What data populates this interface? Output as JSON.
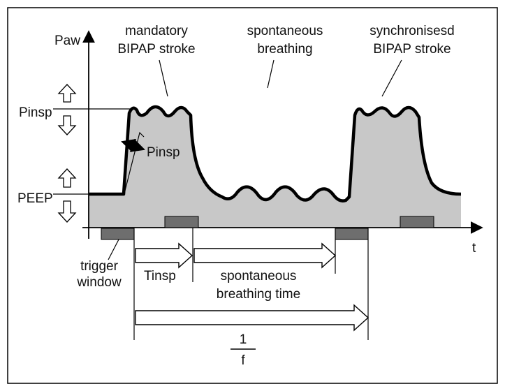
{
  "diagram": {
    "y_axis_label": "Paw",
    "x_axis_label": "t",
    "level_labels": {
      "pinsp": "Pinsp",
      "peep": "PEEP",
      "pinsp_ramp": "Pinsp"
    },
    "callouts": {
      "mandatory_line1": "mandatory",
      "mandatory_line2": "BIPAP stroke",
      "spontaneous_line1": "spontaneous",
      "spontaneous_line2": "breathing",
      "synchronised_line1": "synchronisesd",
      "synchronised_line2": "BIPAP stroke"
    },
    "time_labels": {
      "trigger_line1": "trigger",
      "trigger_line2": "window",
      "tinsp": "Tinsp",
      "spont_time_line1": "spontaneous",
      "spont_time_line2": "breathing time",
      "period_numerator": "1",
      "period_denominator": "f"
    },
    "colors": {
      "fill": "#c8c8c8",
      "trigger_box": "#6e6e6e",
      "line": "#000000"
    }
  }
}
